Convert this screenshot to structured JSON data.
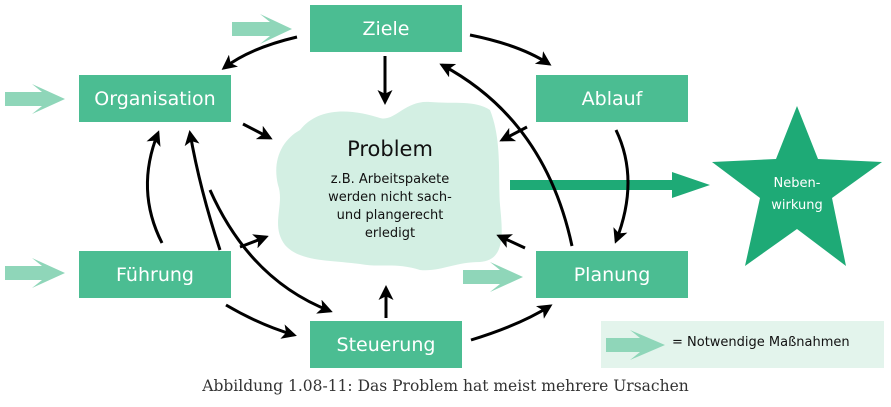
{
  "diagram": {
    "nodes": {
      "ziele": "Ziele",
      "organisation": "Organisation",
      "ablauf": "Ablauf",
      "fuehrung": "Führung",
      "planung": "Planung",
      "steuerung": "Steuerung"
    },
    "problem": {
      "title": "Problem",
      "description_lines": [
        "z.B. Arbeitspakete",
        "werden nicht sach-",
        "und plangerecht",
        "erledigt"
      ]
    },
    "side_effect": {
      "lines": [
        "Neben-",
        "wirkung"
      ]
    },
    "legend": {
      "label": "= Notwendige Maßnahmen",
      "icon": "light-green-arrow"
    },
    "colors": {
      "box": "#4bbd92",
      "star": "#1eaa76",
      "cloud": "#d3efe3",
      "measure_arrow": "#8fd6b9",
      "legend_bg": "#e3f4ec"
    }
  },
  "caption": "Abbildung 1.08-11: Das Problem hat meist mehrere Ursachen"
}
